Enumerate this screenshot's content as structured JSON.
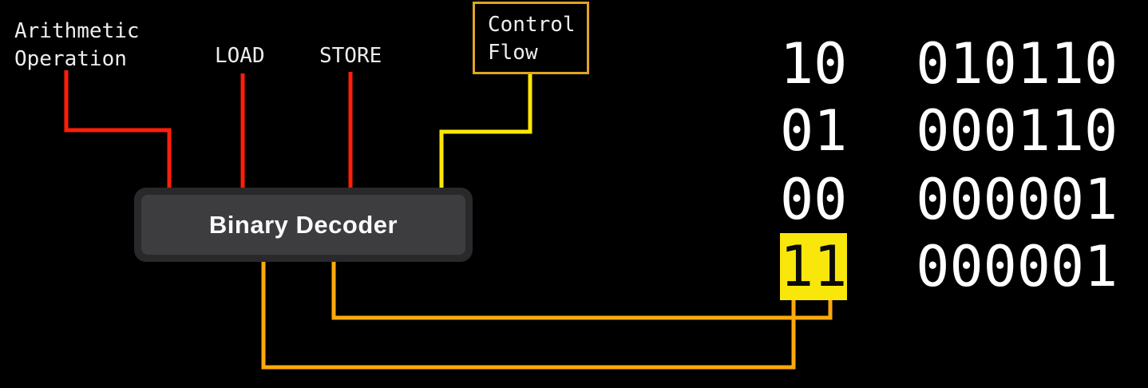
{
  "labels": {
    "arithmetic_line1": "Arithmetic",
    "arithmetic_line2": "Operation",
    "load": "LOAD",
    "store": "STORE",
    "control_line1": "Control",
    "control_line2": "Flow",
    "decoder": "Binary Decoder"
  },
  "truth_table": {
    "rows": [
      {
        "opcode": "10",
        "operand": "010110",
        "highlighted": false
      },
      {
        "opcode": "01",
        "operand": "000110",
        "highlighted": false
      },
      {
        "opcode": "00",
        "operand": "000001",
        "highlighted": false
      },
      {
        "opcode": "11",
        "operand": "000001",
        "highlighted": true
      }
    ]
  },
  "wires": [
    {
      "name": "arithmetic-wire",
      "color_role": "red"
    },
    {
      "name": "load-wire",
      "color_role": "red"
    },
    {
      "name": "store-wire",
      "color_role": "red"
    },
    {
      "name": "control-flow-wire",
      "color_role": "yellow"
    },
    {
      "name": "decoder-output-wire-a",
      "color_role": "orange"
    },
    {
      "name": "decoder-output-wire-b",
      "color_role": "orange"
    }
  ],
  "colors": {
    "background": "#000000",
    "red_wire": "#FF1E0A",
    "yellow_wire": "#FFE606",
    "orange_wire": "#FFA90A",
    "control_box_border": "#E0A424",
    "highlight_bg": "#F9E70C",
    "highlight_text": "#0A0A0A",
    "decoder_outer": "#29292B",
    "decoder_inner": "#3D3D3F",
    "decoder_text": "#FAFAFA",
    "label_text": "#EDEDED",
    "table_text": "#FFFFFF"
  }
}
